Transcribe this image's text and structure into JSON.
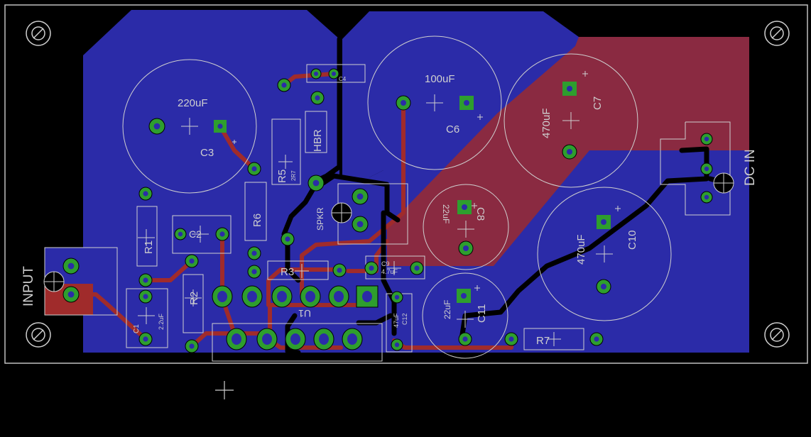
{
  "colors": {
    "background": "#000000",
    "ground_pour_bottom": "#2B2BA8",
    "copper_top": "#A02B2B",
    "pad": "#2E9E2E",
    "silkscreen": "#CFCFCF",
    "outline": "#BFBFBF",
    "black_trace": "#000000"
  },
  "icons": {
    "mounting_hole": "mounting-hole-icon",
    "origin": "origin-cross-icon",
    "capacitor": "capacitor-outline-icon",
    "connector": "terminal-connector-icon"
  },
  "labels": {
    "c3_value": "220uF",
    "c3_name": "C3",
    "c6_value": "100uF",
    "c6_name": "C6",
    "c7_value": "470uF",
    "c7_name": "C7",
    "c8_value": "22uF",
    "c8_name": "C8",
    "c10_value": "470uF",
    "c10_name": "C10",
    "c11_value": "22uF",
    "c11_name": "C11",
    "c4_name": "C4",
    "c9_name": "C9",
    "c9_value": "4.7uF",
    "c12_name": "C12",
    "c12_value": "47uF",
    "c1_name": "C1",
    "c1_value": "2.2uF",
    "c2_name": "C2",
    "r1": "R1",
    "r2": "R2",
    "r3": "R3",
    "r5": "R5",
    "r5_value": "2R7",
    "r6": "R6",
    "r7": "R7",
    "hbr": "HBR",
    "spkr": "SPKR",
    "input": "INPUT",
    "dc_in": "DC IN",
    "u1": "U1"
  }
}
